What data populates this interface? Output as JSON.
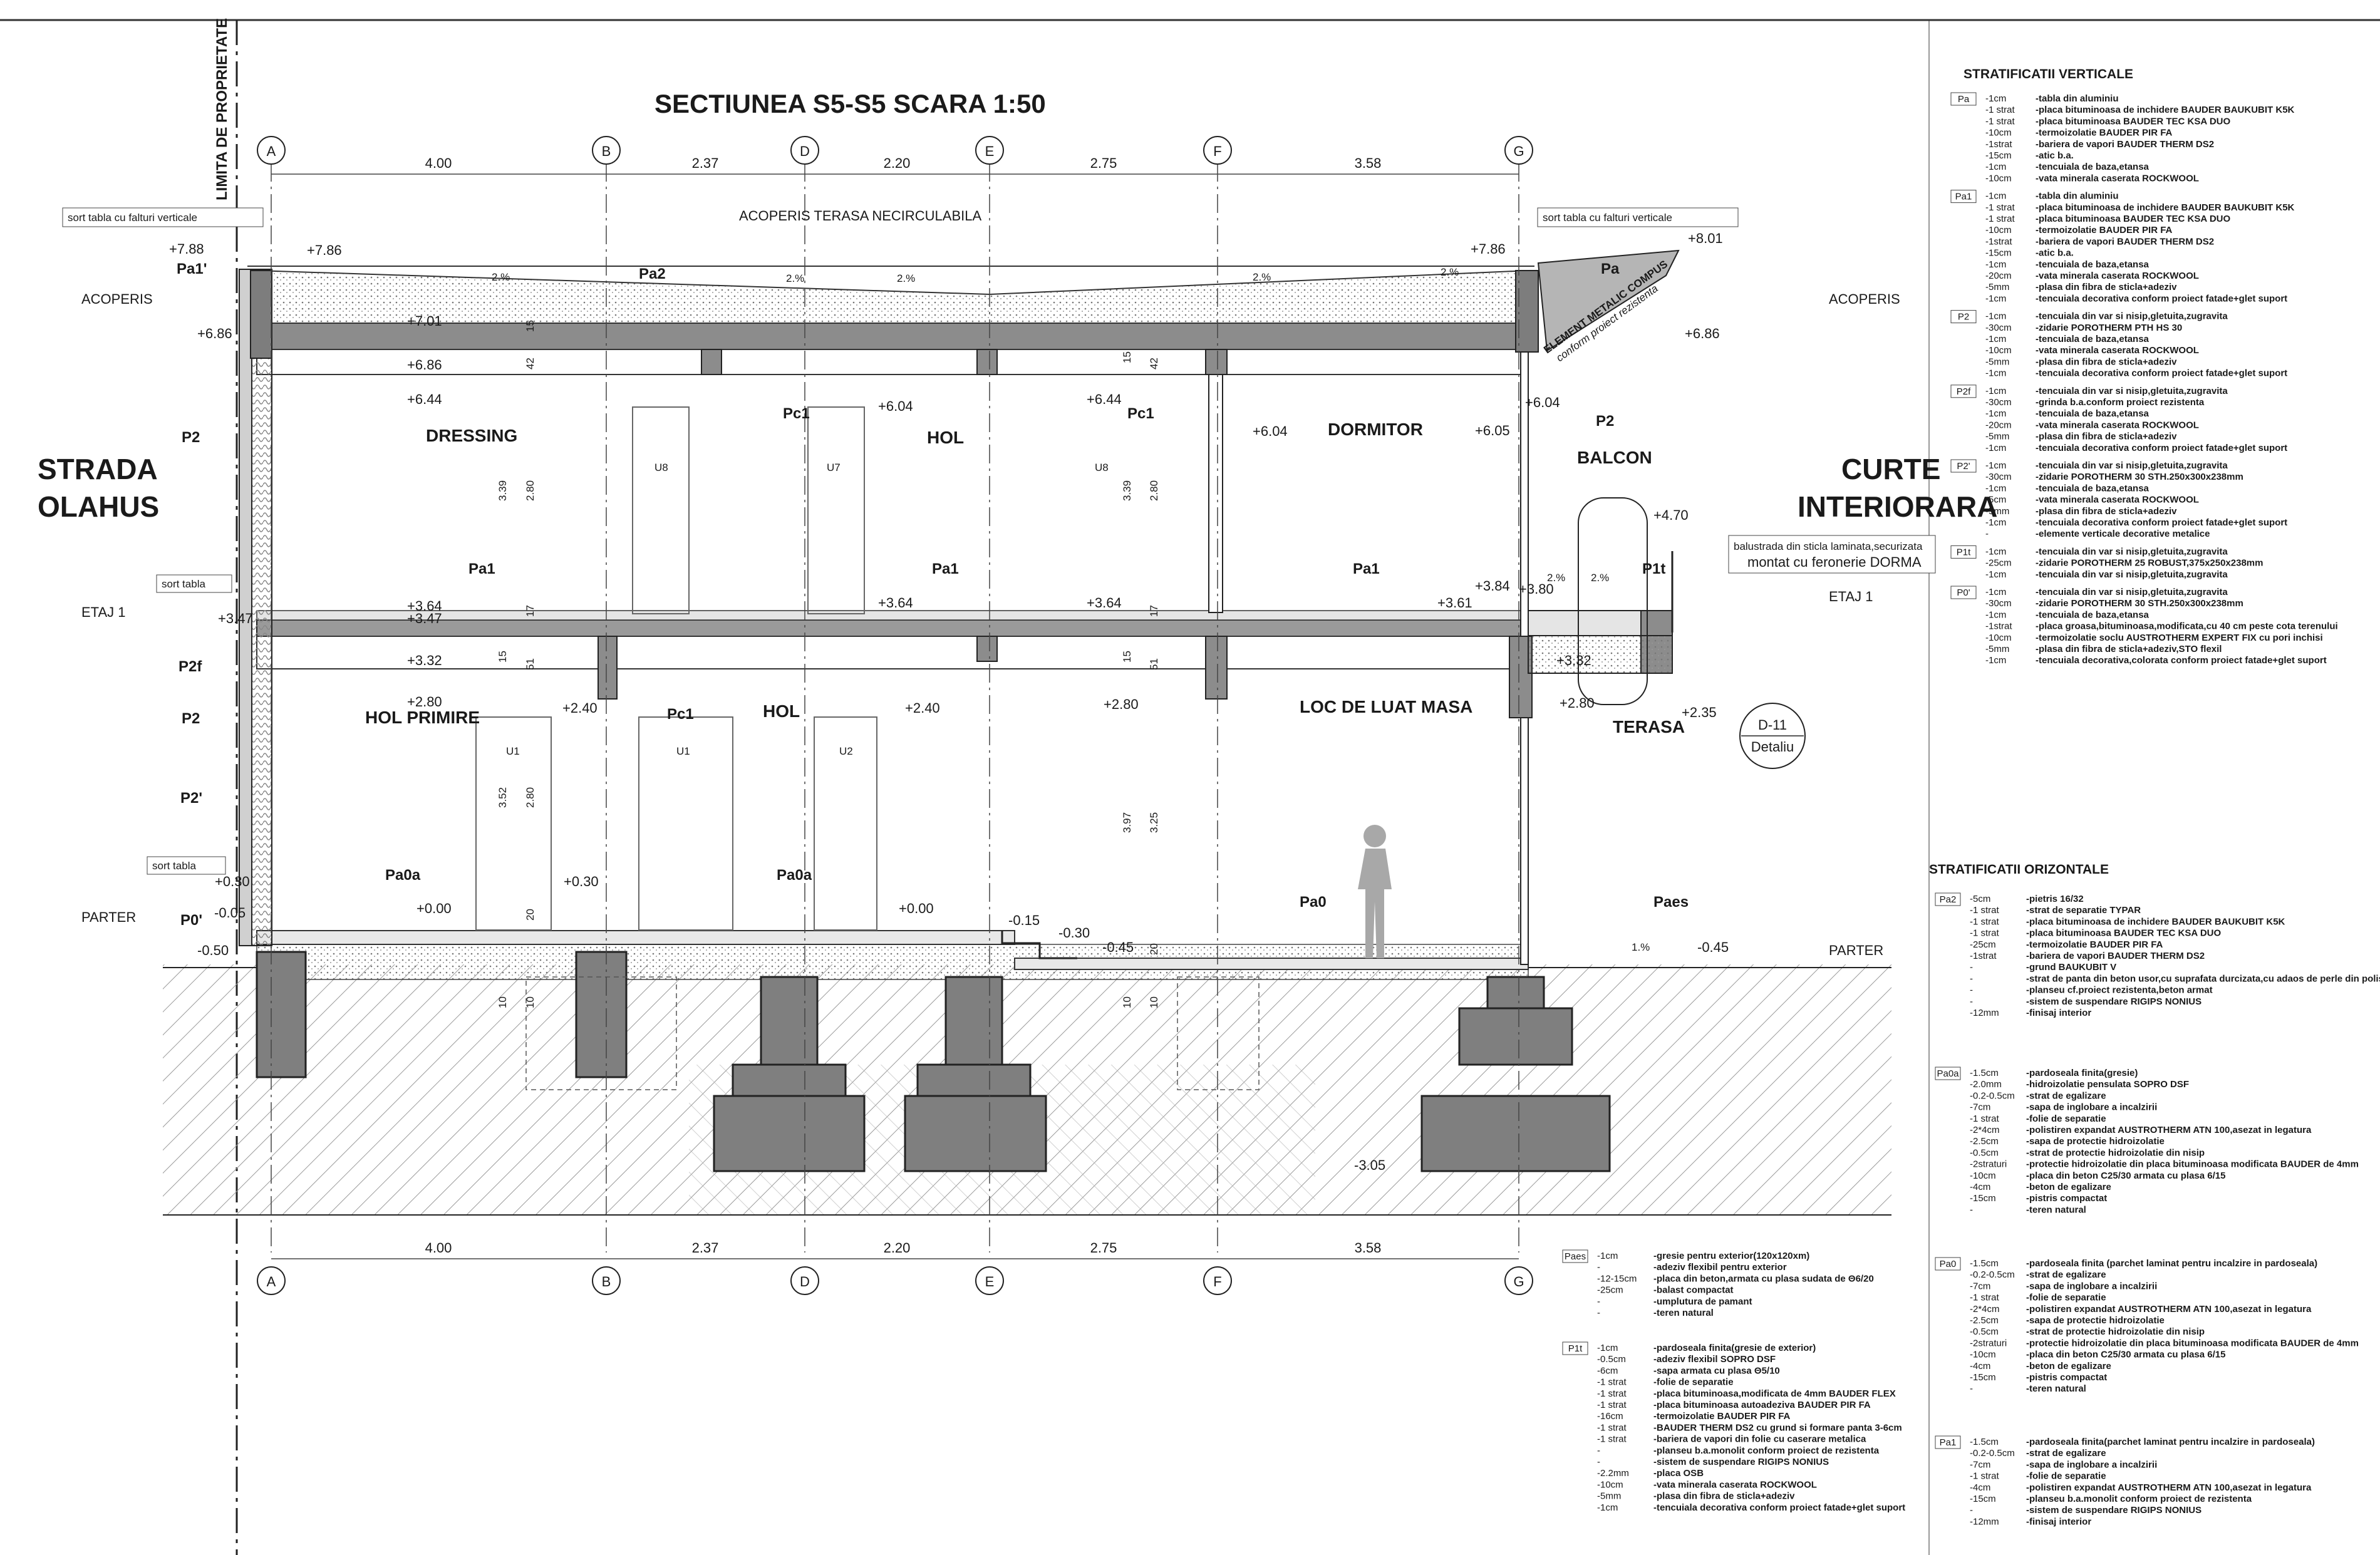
{
  "title": "SECTIUNEA S5-S5 SCARA 1:50",
  "property_limit": "LIMITA DE PROPRIETATE",
  "street": [
    "STRADA",
    "OLAHUS"
  ],
  "courtyard": [
    "CURTE",
    "INTERIORARA"
  ],
  "axes": [
    "A",
    "B",
    "D",
    "E",
    "F",
    "G"
  ],
  "axis_dims": [
    "4.00",
    "2.37",
    "2.20",
    "2.75",
    "3.58"
  ],
  "roof_label": "ACOPERIS TERASA NECIRCULABILA",
  "rooms": {
    "dressing": "DRESSING",
    "hol_upper": "HOL",
    "dormitor": "DORMITOR",
    "balcon": "BALCON",
    "hol_primire": "HOL PRIMIRE",
    "hol_lower": "HOL",
    "loc_de_luat_masa": "LOC DE LUAT MASA",
    "terasa": "TERASA"
  },
  "level_labels": {
    "acoperis": "ACOPERIS",
    "etaj": "ETAJ 1",
    "parter": "PARTER"
  },
  "elevations": [
    "+7.88",
    "+7.86",
    "+7.86",
    "+8.01",
    "+6.86",
    "+6.86",
    "+6.86",
    "+7.01",
    "+6.44",
    "+6.44",
    "+6.04",
    "+6.04",
    "+6.05",
    "+6.04",
    "+4.70",
    "+3.84",
    "+3.80",
    "+3.64",
    "+3.64",
    "+3.64",
    "+3.61",
    "+3.47",
    "+3.47",
    "+3.32",
    "+3.32",
    "+2.80",
    "+2.80",
    "+2.80",
    "+2.40",
    "+2.40",
    "+2.35",
    "+0.30",
    "+0.30",
    "+0.00",
    "+0.00",
    "-0.05",
    "-0.15",
    "-0.30",
    "-0.45",
    "-0.45",
    "-0.50",
    "-3.05"
  ],
  "tags": [
    "Pa1'",
    "Pa2",
    "Pa",
    "P2",
    "Pc1",
    "Pc1",
    "P2",
    "Pa1",
    "Pa1",
    "Pa1",
    "P1t",
    "P2f",
    "P2",
    "P2'",
    "Pc1",
    "Pa0a",
    "Pa0a",
    "P0'",
    "Pa0",
    "Paes"
  ],
  "vertical_dims": [
    "15",
    "42",
    "15",
    "42",
    "3.39",
    "2.80",
    "3.39",
    "2.80",
    "15",
    "51",
    "17",
    "15",
    "51",
    "17",
    "3.52",
    "2.80",
    "3.97",
    "3.25",
    "20",
    "10",
    "20",
    "10",
    "10",
    "10"
  ],
  "notes": {
    "sort_left": "sort tabla cu falturi verticale",
    "sort_right": "sort tabla cu falturi verticale",
    "sort_tabla_1": "sort tabla",
    "sort_tabla_2": "sort tabla",
    "element_metalic": [
      "ELEMENT METALIC COMPUS",
      "conform proiect rezistenta"
    ],
    "balustrada": [
      "balustrada din sticla laminata,securizata",
      "montat cu feronerie DORMA"
    ],
    "detail": [
      "D-11",
      "Detaliu"
    ]
  },
  "slope": [
    "2.%",
    "2.%",
    "2.%",
    "2.%",
    "2.%",
    "2.%",
    "2.%",
    "1.%"
  ],
  "door_codes": [
    "U8",
    "U7",
    "U8",
    "U1",
    "U1",
    "U2"
  ],
  "legend_vertical": {
    "heading": "STRATIFICATII VERTICALE",
    "groups": [
      {
        "code": "Pa",
        "rows": [
          [
            "-1cm",
            "-tabla din aluminiu"
          ],
          [
            "-1 strat",
            "-placa bituminoasa de inchidere BAUDER BAUKUBIT K5K"
          ],
          [
            "-1 strat",
            "-placa bituminoasa BAUDER TEC KSA DUO"
          ],
          [
            "-10cm",
            "-termoizolatie BAUDER PIR FA"
          ],
          [
            "-1strat",
            "-bariera de vapori BAUDER THERM DS2"
          ],
          [
            "-15cm",
            "-atic b.a."
          ],
          [
            "-1cm",
            "-tencuiala de baza,etansa"
          ],
          [
            "-10cm",
            "-vata minerala caserata ROCKWOOL"
          ]
        ]
      },
      {
        "code": "Pa1",
        "rows": [
          [
            "-1cm",
            "-tabla din aluminiu"
          ],
          [
            "-1 strat",
            "-placa bituminoasa de inchidere BAUDER BAUKUBIT K5K"
          ],
          [
            "-1 strat",
            "-placa bituminoasa BAUDER TEC KSA DUO"
          ],
          [
            "-10cm",
            "-termoizolatie BAUDER PIR FA"
          ],
          [
            "-1strat",
            "-bariera de vapori BAUDER THERM DS2"
          ],
          [
            "-15cm",
            "-atic b.a."
          ],
          [
            "-1cm",
            "-tencuiala de baza,etansa"
          ],
          [
            "-20cm",
            "-vata minerala caserata ROCKWOOL"
          ],
          [
            "-5mm",
            "-plasa din fibra de sticla+adeziv"
          ],
          [
            "-1cm",
            "-tencuiala decorativa conform proiect fatade+glet suport"
          ]
        ]
      },
      {
        "code": "P2",
        "rows": [
          [
            "-1cm",
            "-tencuiala din var si nisip,gletuita,zugravita"
          ],
          [
            "-30cm",
            "-zidarie POROTHERM PTH HS 30"
          ],
          [
            "-1cm",
            "-tencuiala de baza,etansa"
          ],
          [
            "-10cm",
            "-vata minerala caserata ROCKWOOL"
          ],
          [
            "-5mm",
            "-plasa din fibra de sticla+adeziv"
          ],
          [
            "-1cm",
            "-tencuiala decorativa conform proiect fatade+glet suport"
          ]
        ]
      },
      {
        "code": "P2f",
        "rows": [
          [
            "-1cm",
            "-tencuiala din var si nisip,gletuita,zugravita"
          ],
          [
            "-30cm",
            "-grinda b.a.conform proiect rezistenta"
          ],
          [
            "-1cm",
            "-tencuiala de baza,etansa"
          ],
          [
            "-20cm",
            "-vata minerala caserata ROCKWOOL"
          ],
          [
            "-5mm",
            "-plasa din fibra de sticla+adeziv"
          ],
          [
            "-1cm",
            "-tencuiala decorativa conform proiect fatade+glet suport"
          ]
        ]
      },
      {
        "code": "P2'",
        "rows": [
          [
            "-1cm",
            "-tencuiala din var si nisip,gletuita,zugravita"
          ],
          [
            "-30cm",
            "-zidarie POROTHERM 30 STH.250x300x238mm"
          ],
          [
            "-1cm",
            "-tencuiala de baza,etansa"
          ],
          [
            "-5cm",
            "-vata minerala caserata ROCKWOOL"
          ],
          [
            "-5mm",
            "-plasa din fibra de sticla+adeziv"
          ],
          [
            "-1cm",
            "-tencuiala decorativa conform proiect fatade+glet suport"
          ],
          [
            "-",
            "-elemente verticale decorative metalice"
          ]
        ]
      },
      {
        "code": "P1t",
        "rows": [
          [
            "-1cm",
            "-tencuiala din var si nisip,gletuita,zugravita"
          ],
          [
            "-25cm",
            "-zidarie POROTHERM 25 ROBUST,375x250x238mm"
          ],
          [
            "-1cm",
            "-tencuiala din var si nisip,gletuita,zugravita"
          ]
        ]
      },
      {
        "code": "P0'",
        "rows": [
          [
            "-1cm",
            "-tencuiala din var si nisip,gletuita,zugravita"
          ],
          [
            "-30cm",
            "-zidarie POROTHERM 30 STH.250x300x238mm"
          ],
          [
            "-1cm",
            "-tencuiala de baza,etansa"
          ],
          [
            "-1strat",
            "-placa groasa,bituminoasa,modificata,cu 40 cm peste cota terenului"
          ],
          [
            "-10cm",
            "-termoizolatie soclu AUSTROTHERM EXPERT FIX cu pori inchisi"
          ],
          [
            "-5mm",
            "-plasa din fibra de sticla+adeziv,STO flexil"
          ],
          [
            "-1cm",
            "-tencuiala decorativa,colorata conform proiect fatade+glet suport"
          ]
        ]
      }
    ]
  },
  "legend_horizontal": {
    "heading": "STRATIFICATII ORIZONTALE",
    "groups": [
      {
        "code": "Pa2",
        "rows": [
          [
            "-5cm",
            "-pietris 16/32"
          ],
          [
            "-1 strat",
            "-strat de separatie TYPAR"
          ],
          [
            "-1 strat",
            "-placa bituminoasa de inchidere BAUDER BAUKUBIT K5K"
          ],
          [
            "-1 strat",
            "-placa bituminoasa BAUDER TEC KSA DUO"
          ],
          [
            "-25cm",
            "-termoizolatie BAUDER PIR FA"
          ],
          [
            "-1strat",
            "-bariera de vapori BAUDER THERM DS2"
          ],
          [
            "-",
            "-grund BAUKUBIT V"
          ],
          [
            "-",
            "-strat de panta din beton usor,cu suprafata durcizata,cu adaos de perle din polistiren"
          ],
          [
            "-",
            "-planseu cf.proiect rezistenta,beton armat"
          ],
          [
            "-",
            "-sistem de suspendare RIGIPS NONIUS"
          ],
          [
            "-12mm",
            "-finisaj interior"
          ]
        ]
      },
      {
        "code": "Pa0a",
        "rows": [
          [
            "-1.5cm",
            "-pardoseala finita(gresie)"
          ],
          [
            "-2.0mm",
            "-hidroizolatie pensulata SOPRO DSF"
          ],
          [
            "-0.2-0.5cm",
            "-strat de egalizare"
          ],
          [
            "-7cm",
            "-sapa de inglobare a incalzirii"
          ],
          [
            "-1 strat",
            "-folie de separatie"
          ],
          [
            "-2*4cm",
            "-polistiren expandat AUSTROTHERM ATN 100,asezat in legatura"
          ],
          [
            "-2.5cm",
            "-sapa de protectie hidroizolatie"
          ],
          [
            "-0.5cm",
            "-strat de protectie hidroizolatie din nisip"
          ],
          [
            "-2straturi",
            "-protectie hidroizolatie din placa bituminoasa modificata BAUDER de 4mm"
          ],
          [
            "-10cm",
            "-placa din beton C25/30 armata cu plasa 6/15"
          ],
          [
            "-4cm",
            "-beton de egalizare"
          ],
          [
            "-15cm",
            "-pistris compactat"
          ],
          [
            "-",
            "-teren natural"
          ]
        ]
      },
      {
        "code": "Paes",
        "rows": [
          [
            "-1cm",
            "-gresie pentru exterior(120x120xm)"
          ],
          [
            "-",
            "-adeziv flexibil pentru exterior"
          ],
          [
            "-12-15cm",
            "-placa din beton,armata cu plasa sudata de Θ6/20"
          ],
          [
            "-25cm",
            "-balast compactat"
          ],
          [
            "-",
            "-umplutura de pamant"
          ],
          [
            "-",
            "-teren natural"
          ]
        ]
      },
      {
        "code": "P1t",
        "rows": [
          [
            "-1cm",
            "-pardoseala finita(gresie de exterior)"
          ],
          [
            "-0.5cm",
            "-adeziv flexibil SOPRO DSF"
          ],
          [
            "-6cm",
            "-sapa armata cu plasa Θ5/10"
          ],
          [
            "-1 strat",
            "-folie de separatie"
          ],
          [
            "-1 strat",
            "-placa bituminoasa,modificata de 4mm BAUDER FLEX"
          ],
          [
            "-1 strat",
            "-placa bituminoasa autoadeziva BAUDER PIR FA"
          ],
          [
            "-16cm",
            "-termoizolatie BAUDER PIR FA"
          ],
          [
            "-1 strat",
            "-BAUDER THERM DS2 cu grund si formare panta 3-6cm"
          ],
          [
            "-1 strat",
            "-bariera de vapori din folie cu caserare metalica"
          ],
          [
            "-",
            "-planseu b.a.monolit conform proiect de rezistenta"
          ],
          [
            "-",
            "-sistem de suspendare RIGIPS NONIUS"
          ],
          [
            "-2.2mm",
            "-placa OSB"
          ],
          [
            "-10cm",
            "-vata minerala caserata ROCKWOOL"
          ],
          [
            "-5mm",
            "-plasa din fibra de sticla+adeziv"
          ],
          [
            "-1cm",
            "-tencuiala decorativa conform proiect fatade+glet suport"
          ]
        ]
      },
      {
        "code": "Pa0",
        "rows": [
          [
            "-1.5cm",
            "-pardoseala finita (parchet laminat pentru incalzire in pardoseala)"
          ],
          [
            "-0.2-0.5cm",
            "-strat de egalizare"
          ],
          [
            "-7cm",
            "-sapa de inglobare a incalzirii"
          ],
          [
            "-1 strat",
            "-folie de separatie"
          ],
          [
            "-2*4cm",
            "-polistiren expandat AUSTROTHERM ATN 100,asezat in legatura"
          ],
          [
            "-2.5cm",
            "-sapa de protectie hidroizolatie"
          ],
          [
            "-0.5cm",
            "-strat de protectie hidroizolatie din nisip"
          ],
          [
            "-2straturi",
            "-protectie hidroizolatie din placa bituminoasa modificata BAUDER de 4mm"
          ],
          [
            "-10cm",
            "-placa din beton C25/30 armata cu plasa 6/15"
          ],
          [
            "-4cm",
            "-beton de egalizare"
          ],
          [
            "-15cm",
            "-pistris compactat"
          ],
          [
            "-",
            "-teren natural"
          ]
        ]
      },
      {
        "code": "Pa1",
        "rows": [
          [
            "-1.5cm",
            "-pardoseala finita(parchet laminat pentru incalzire in pardoseala)"
          ],
          [
            "-0.2-0.5cm",
            "-strat de egalizare"
          ],
          [
            "-7cm",
            "-sapa de inglobare a incalzirii"
          ],
          [
            "-1 strat",
            "-folie de separatie"
          ],
          [
            "-4cm",
            "-polistiren expandat AUSTROTHERM ATN 100,asezat in legatura"
          ],
          [
            "-15cm",
            "-planseu b.a.monolit conform proiect de rezistenta"
          ],
          [
            "-",
            "-sistem de suspendare RIGIPS NONIUS"
          ],
          [
            "-12mm",
            "-finisaj interior"
          ]
        ]
      }
    ]
  }
}
